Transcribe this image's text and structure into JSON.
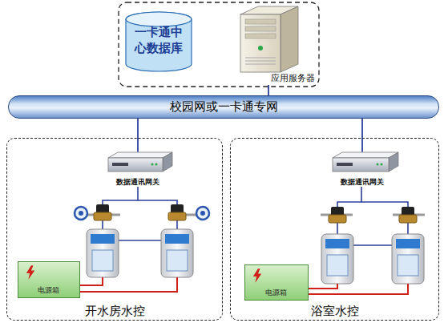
{
  "diagram": {
    "nodes": [
      {
        "text": [
          "一卡通中心数据库"
        ]
      },
      {
        "text": [
          "应用服务器"
        ]
      },
      {
        "text": [
          "校园网或一卡通专网"
        ]
      },
      {
        "text": [
          "开水房水控"
        ]
      },
      {
        "text": [
          "数据通讯网关"
        ],
        "in": 3
      },
      {
        "text": [
          "电源箱"
        ],
        "in": 3
      },
      {
        "text": [
          "浴室水控"
        ]
      },
      {
        "text": [
          "数据通讯网关"
        ],
        "in": 6
      },
      {
        "text": [
          "电源箱"
        ],
        "in": 6
      }
    ],
    "edges": [
      {
        "from": 1,
        "to": 2,
        "arrow": "none"
      },
      {
        "from": 2,
        "to": 4,
        "arrow": "none"
      },
      {
        "from": 2,
        "to": 7,
        "arrow": "none"
      }
    ]
  }
}
